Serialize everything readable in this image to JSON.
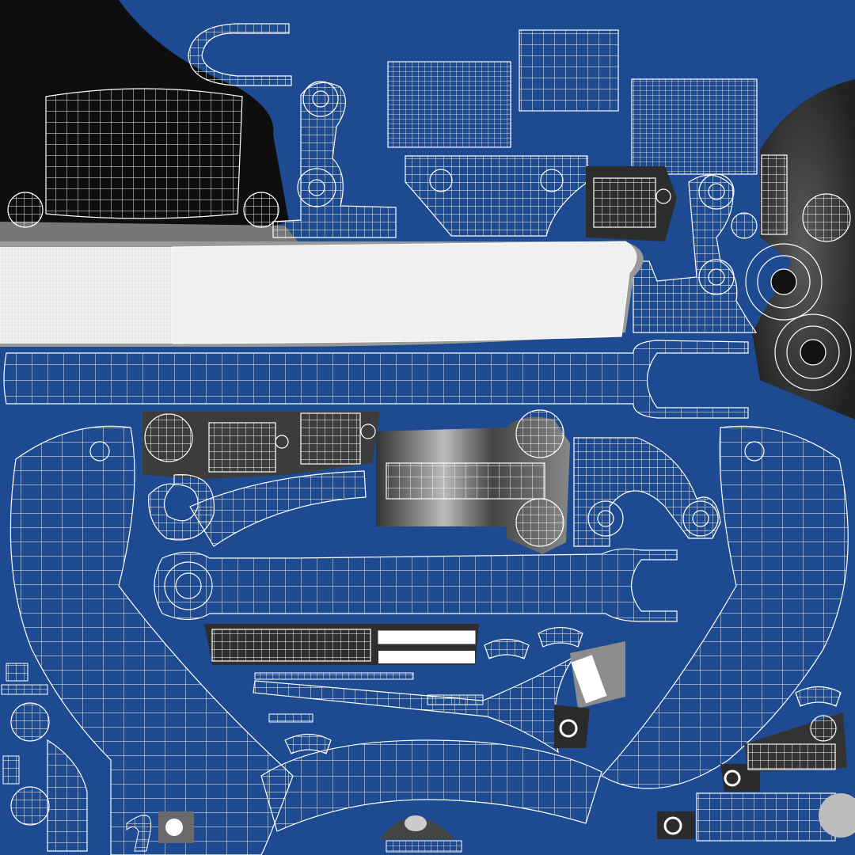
{
  "colors": {
    "background": "#1d4a91",
    "background_dark": "#173d7c",
    "wire": "#ffffff",
    "shell_dark": "#1b1b1b",
    "shell_gray": "#4a4a4a",
    "shell_light": "#8c8c8c",
    "dense_fill": "#e6e6e6"
  },
  "icons": [
    "uv-island",
    "wire-grid",
    "radial-disc"
  ]
}
